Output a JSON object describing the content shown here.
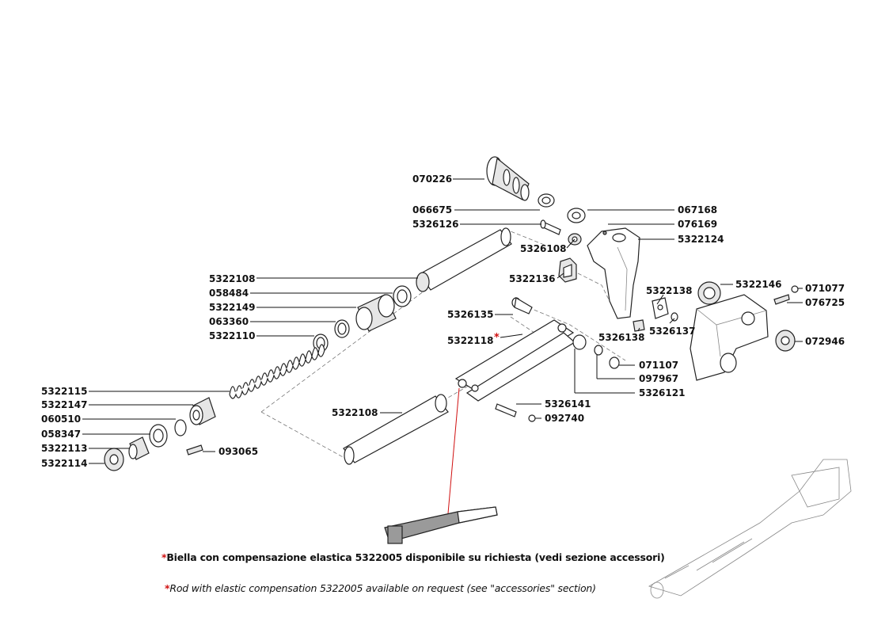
{
  "labels": {
    "p070226": "070226",
    "p066675": "066675",
    "p067168": "067168",
    "p5326126": "5326126",
    "p076169": "076169",
    "p5322124": "5322124",
    "p5326108": "5326108",
    "p5322136": "5322136",
    "p5322108a": "5322108",
    "p5322138": "5322138",
    "p5322146": "5322146",
    "p071077": "071077",
    "p058484": "058484",
    "p076725": "076725",
    "p5322149": "5322149",
    "p5326135": "5326135",
    "p063360": "063360",
    "p5326137": "5326137",
    "p5322110": "5322110",
    "p5322118": "5322118",
    "p5326138": "5326138",
    "p072946": "072946",
    "p071107": "071107",
    "p097967": "097967",
    "p5322115": "5322115",
    "p5326121": "5326121",
    "p5322147": "5322147",
    "p5326141": "5326141",
    "p060510": "060510",
    "p5322108b": "5322108",
    "p092740": "092740",
    "p058347": "058347",
    "p5322113": "5322113",
    "p093065": "093065",
    "p5322114": "5322114"
  },
  "asterisk": "*",
  "notes": {
    "italian": "Biella con compensazione elastica 5322005 disponibile su richiesta (vedi sezione accessori)",
    "english": "Rod with elastic compensation 5322005 available on request (see \"accessories\" section)"
  },
  "colors": {
    "asterisk": "#d01010",
    "leader_red": "#d01010",
    "ink": "#111111"
  }
}
